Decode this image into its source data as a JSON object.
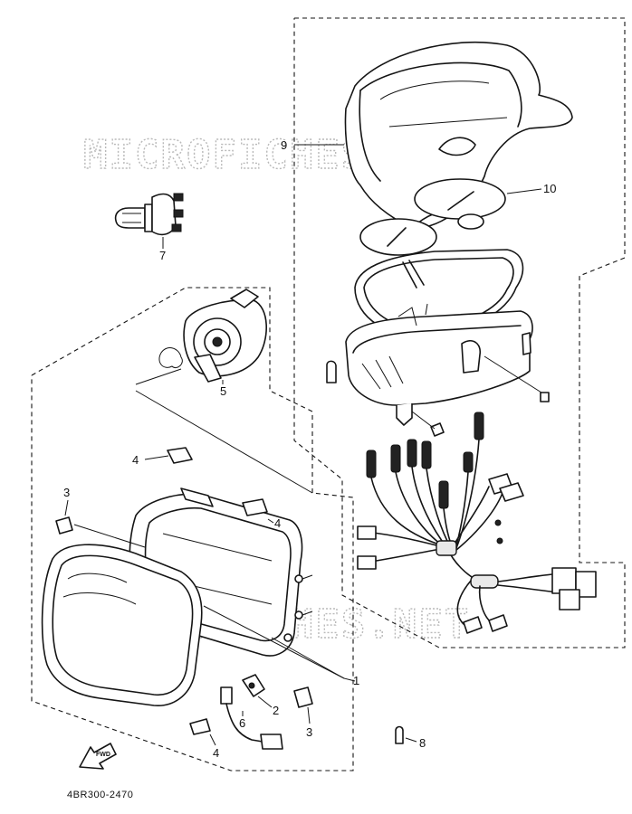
{
  "watermark_text": "MICROFICHES.NET",
  "diagram_code": "4BR300-2470",
  "forward_indicator": "FWD",
  "callouts": {
    "p1": "1",
    "p2": "2",
    "p3a": "3",
    "p3b": "3",
    "p4a": "4",
    "p4b": "4",
    "p4c": "4",
    "p5": "5",
    "p6": "6",
    "p7": "7",
    "p8": "8",
    "p9": "9",
    "p10": "10"
  }
}
